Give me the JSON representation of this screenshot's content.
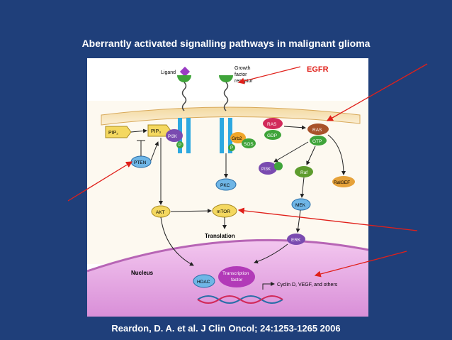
{
  "slide": {
    "title": "Aberrantly activated signalling pathways in malignant glioma",
    "citation": "Reardon, D. A. et al. J Clin Oncol; 24:1253-1265 2006",
    "highlight_label": "EGFR"
  },
  "diagram": {
    "ligand": "Ligand",
    "receptor": [
      "Growth",
      "factor",
      "receptor"
    ],
    "pip2": "PIP₂",
    "pip3": "PIP₃",
    "pi3k": "PI3K",
    "p": "P",
    "pten": "PTEN",
    "grb2": "Grb2",
    "sos": "SOS",
    "pkc": "PKC",
    "ras": "RAS",
    "gdp": "GDP",
    "gtp": "GTP",
    "raf": "Raf",
    "ralgef": "RalGEF",
    "mek": "MEK",
    "erk": "ERK",
    "akt": "AKT",
    "mtor": "mTOR",
    "translation": "Translation",
    "nucleus": "Nucleus",
    "hdac": "HDAC",
    "transcription_factor": [
      "Transcription",
      "factor"
    ],
    "genes": "Cyclin D, VEGF, and others"
  },
  "colors": {
    "background": "#1f3f7a",
    "accent_red": "#e0201a"
  }
}
